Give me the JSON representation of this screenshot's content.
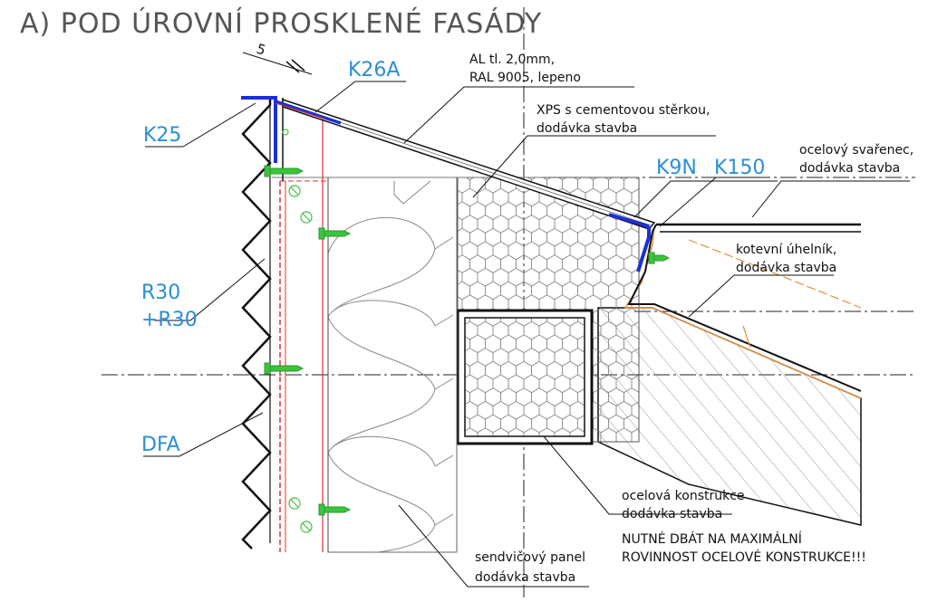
{
  "title": "A) POD ÚROVNÍ PROSKLENÉ FASÁDY",
  "labels": {
    "dim": "5",
    "k26a": "K26A",
    "k25": "K25",
    "k9n": "K9N",
    "k150": "K150",
    "r30a": "R30",
    "r30b": "+R30",
    "dfa": "DFA"
  },
  "notes": {
    "al_1": "AL tl. 2,0mm,",
    "al_2": "RAL 9005, lepeno",
    "xps_1": "XPS s cementovou stěrkou,",
    "xps_2": "dodávka stavba",
    "svarenec_1": "ocelový svařenec,",
    "svarenec_2": "dodávka stavba",
    "uhelnik_1": "kotevní úhelník,",
    "uhelnik_2": "dodávka stavba",
    "konstrukce_1": "ocelová konstrukce",
    "konstrukce_2": "dodávka stavba",
    "warning_1": "NUTNÉ DBÁT NA MAXIMÁLNÍ",
    "warning_2": "ROVINNOST OCELOVÉ KONSTRUKCE!!!",
    "panel_1": "sendvičový panel",
    "panel_2": "dodávka stavba"
  },
  "colors": {
    "annotation": "#2a8fd6",
    "flashing": "#1a2fd8",
    "screw": "#3cc43c",
    "red_line": "#e03030",
    "anchor_dash": "#e09040"
  }
}
